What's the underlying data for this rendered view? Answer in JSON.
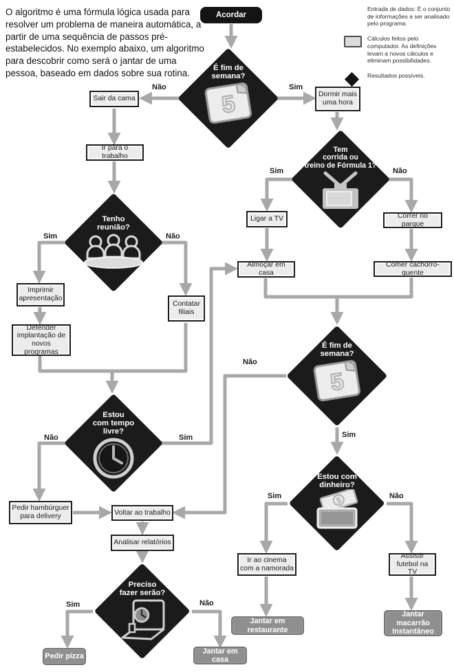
{
  "intro": "O algoritmo é uma fórmula lógica usada para resolver um problema de maneira automática, a partir de uma sequência de passos pré-estabelecidos. No exemplo abaixo, um algoritmo para descobrir como será o jantar de uma pessoa, baseado em dados sobre sua rotina.",
  "legend": {
    "input_text": "Entrada de dados: É o conjunto de informações a ser analisado pelo programa.",
    "process_text": "Cálculos feitos pelo computador. As definições levam a novos cálculos e eliminam possibilidades.",
    "result_text": "Resultados possíveis."
  },
  "labels": {
    "yes": "Sim",
    "no": "Não"
  },
  "icons": {
    "calendar_day": "5",
    "dollar": "$"
  },
  "nodes": {
    "start": "Acordar",
    "weekend1": "É fim de\nsemana?",
    "sair_cama": "Sair da cama",
    "dormir_mais": "Dormir mais\numa hora",
    "ir_trabalho": "Ir para o trabalho",
    "reuniao": "Tenho\nreunião?",
    "formula1": "Tem\ncorrida ou\ntreino de Fórmula 1?",
    "imprimir": "Imprimir\napresentação",
    "defender": "Defender\nimplantação de\nnovos programas",
    "contatar": "Contatar\nfiliais",
    "ligar_tv": "Ligar a TV",
    "correr_parque": "Correr no parque",
    "almocar": "Almoçar em casa",
    "cachorro_quente": "Comer cachorro-quente",
    "weekend2": "É fim de\nsemana?",
    "tempo_livre": "Estou\ncom tempo\nlivre?",
    "pedir_hamburguer": "Pedir hambúrguer\npara delivery",
    "voltar_trabalho": "Voltar ao trabalho",
    "analisar": "Analisar relatórios",
    "serao": "Preciso\nfazer serão?",
    "dinheiro": "Estou com\ndinheiro?",
    "pedir_pizza": "Pedir pizza",
    "jantar_casa": "Jantar em casa",
    "ir_cinema": "Ir ao cinema\ncom a namorada",
    "assistir_futebol": "Assistir\nfutebol na TV",
    "jantar_restaurante": "Jantar em restaurante",
    "jantar_macarrao": "Jantar macarrão\nInstantâneo"
  },
  "colors": {
    "diamond": "#1b1b1b",
    "input_box": "#141414",
    "process_fill": "#ececec",
    "process_border": "#1c1c1c",
    "result_fill": "#8f8f8f",
    "arrow": "#a8a8a8"
  }
}
